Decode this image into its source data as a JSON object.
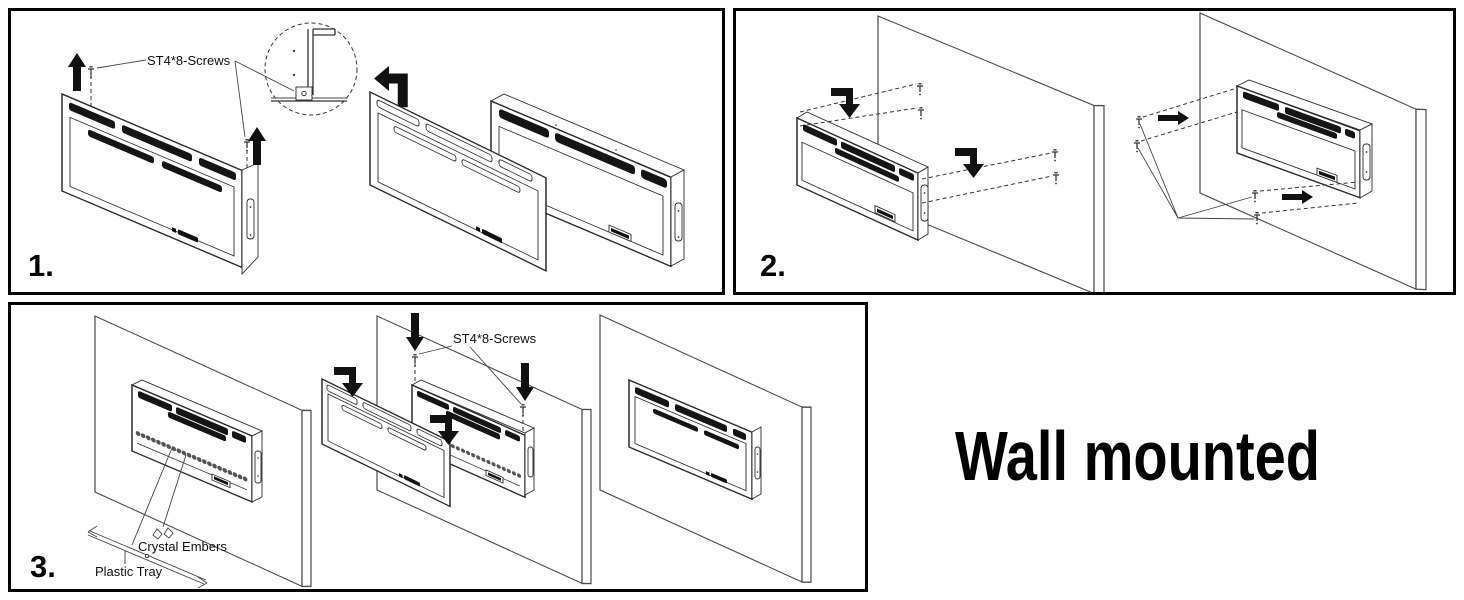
{
  "title": "Wall mounted",
  "steps": {
    "step1": {
      "number": "1.",
      "screws_label": "ST4*8-Screws"
    },
    "step2": {
      "number": "2."
    },
    "step3": {
      "number": "3.",
      "screws_label": "ST4*8-Screws",
      "crystal_embers_label": "Crystal Embers",
      "plastic_tray_label": "Plastic Tray"
    }
  },
  "colors": {
    "background": "#ffffff",
    "panel_border": "#000000",
    "line": "#333333",
    "arrow": "#111111",
    "text": "#111111"
  }
}
